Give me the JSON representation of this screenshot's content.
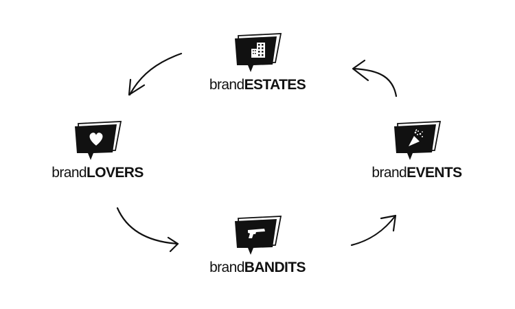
{
  "diagram": {
    "type": "cycle",
    "colors": {
      "ink": "#111111",
      "background": "#ffffff"
    },
    "nodes": [
      {
        "id": "estates",
        "prefix": "brand",
        "suffix": "ESTATES",
        "icon": "buildings-icon"
      },
      {
        "id": "events",
        "prefix": "brand",
        "suffix": "EVENTS",
        "icon": "party-popper-icon"
      },
      {
        "id": "bandits",
        "prefix": "brand",
        "suffix": "BANDITS",
        "icon": "revolver-icon"
      },
      {
        "id": "lovers",
        "prefix": "brand",
        "suffix": "LOVERS",
        "icon": "heart-icon"
      }
    ],
    "edges": [
      {
        "from": "estates",
        "to": "lovers"
      },
      {
        "from": "lovers",
        "to": "bandits"
      },
      {
        "from": "bandits",
        "to": "events"
      },
      {
        "from": "events",
        "to": "estates"
      }
    ]
  }
}
